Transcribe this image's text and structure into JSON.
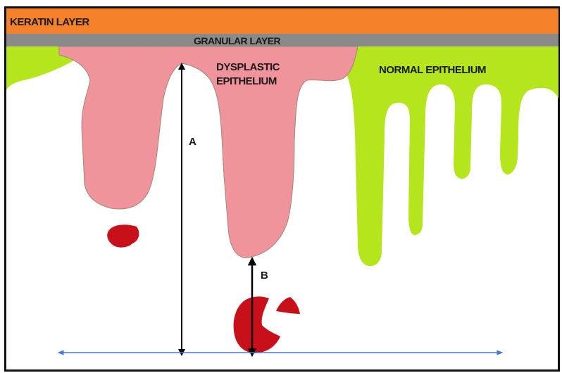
{
  "layers": {
    "keratin": {
      "label": "KERATIN LAYER",
      "color": "#f5822a"
    },
    "granular": {
      "label": "GRANULAR LAYER",
      "color": "#8a8a8a"
    }
  },
  "regions": {
    "dysplastic": {
      "label_line1": "DYSPLASTIC",
      "label_line2": "EPITHELIUM",
      "color": "#f0939a"
    },
    "normal": {
      "label": "NORMAL EPITHELIUM",
      "color": "#b5e51d"
    }
  },
  "measurements": {
    "a_label": "A",
    "b_label": "B"
  },
  "colors": {
    "invasive_clusters": "#c8101a",
    "baseline": "#4a7bd0",
    "border": "#111111"
  }
}
